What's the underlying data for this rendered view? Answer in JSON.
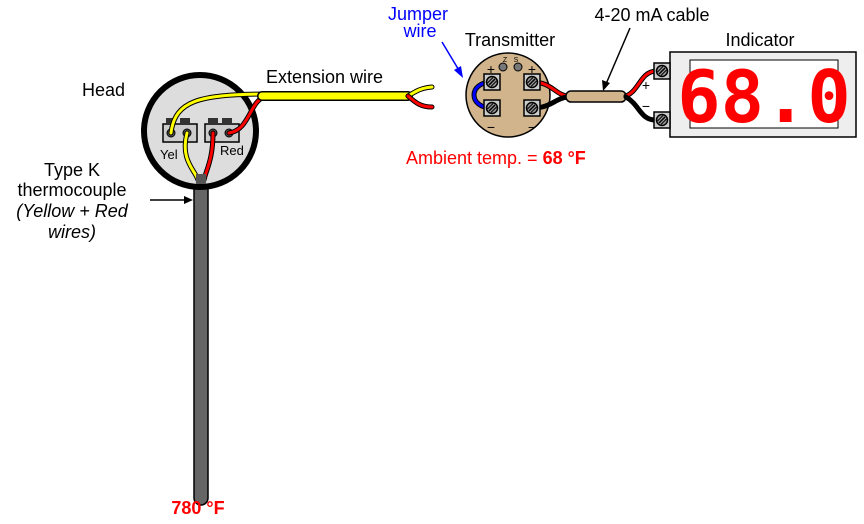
{
  "labels": {
    "head": "Head",
    "extension_wire": "Extension wire",
    "jumper_line1": "Jumper",
    "jumper_line2": "wire",
    "transmitter": "Transmitter",
    "cable": "4-20 mA cable",
    "indicator": "Indicator",
    "tc_line1": "Type K",
    "tc_line2": "thermocouple",
    "tc_line3": "(Yellow + Red",
    "tc_line4": "wires)",
    "ambient_prefix": "Ambient temp. = ",
    "ambient_value": "68 °F",
    "probe_temp": "780 °F",
    "yel": "Yel",
    "red": "Red",
    "plus": "+",
    "minus": "−",
    "z": "Z",
    "s": "S"
  },
  "indicator": {
    "display": "68.0"
  },
  "colors": {
    "yellow": "#ffff00",
    "red": "#ff0000",
    "blue": "#0000ff",
    "tan": "#d2b48c",
    "probe": "#666666",
    "head": "#dddddd"
  }
}
